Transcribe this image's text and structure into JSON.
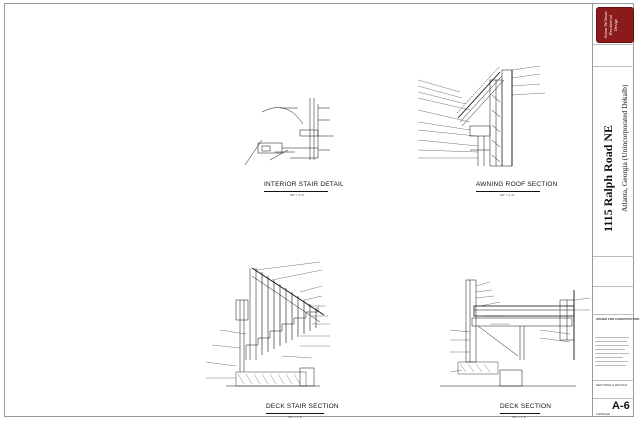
{
  "titles": {
    "interior_stair": "INTERIOR STAIR DETAIL",
    "awning_roof": "AWNING ROOF SECTION",
    "deck_stair": "DECK STAIR SECTION",
    "deck": "DECK SECTION"
  },
  "scales": {
    "interior_stair": "3/4\" = 1'-0\"",
    "awning_roof": "3/4\" = 1'-0\"",
    "deck_stair": "3/4\" = 1'-0\"",
    "deck": "3/4\" = 1'-0\""
  },
  "title_block": {
    "firm": "Adam Stillman Residential Design",
    "address": "1115 Ralph Road NE",
    "city": "Atlanta, Georgia (Unincorporated Dekalb)",
    "sheet_number": "A-6",
    "sheet_title": "SECTIONS & DETAILS",
    "project_id": "1115Ralph",
    "note_heading": "ISSUED FOR CONSTRUCTION"
  },
  "colors": {
    "logo_bg": "#8b1a1a",
    "line": "#111111"
  }
}
